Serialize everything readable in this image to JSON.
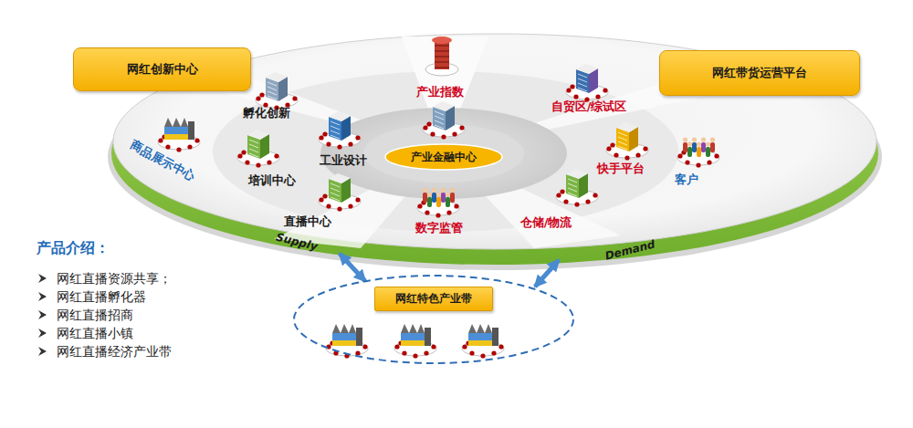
{
  "diagram": {
    "nodes": [
      {
        "text": [
          "Supply",
          "Demand"
        ]
      },
      {
        "text": [
          "网红创新中心"
        ]
      },
      {
        "text": [
          "网红带货运营平台"
        ]
      },
      {
        "text": [
          "产业金融中心"
        ],
        "in": 0
      },
      {
        "text": [
          "网红特色产业带"
        ]
      }
    ],
    "edges": [
      {
        "from": 0,
        "to": 4,
        "arrow": "both"
      },
      {
        "from": 0,
        "to": 4,
        "arrow": "both"
      }
    ],
    "labels": [
      "孵化创新",
      "工业设计",
      "培训中心",
      "直播中心",
      "商品展示中心",
      "产业指数",
      "数字监管",
      "自贸区/综试区",
      "快手平台",
      "仓储/物流",
      "客户",
      "产品介绍：",
      "网红直播资源共享；",
      "网红直播孵化器",
      "网红直播招商",
      "网红直播小镇",
      "网红直播经济产业带"
    ]
  }
}
